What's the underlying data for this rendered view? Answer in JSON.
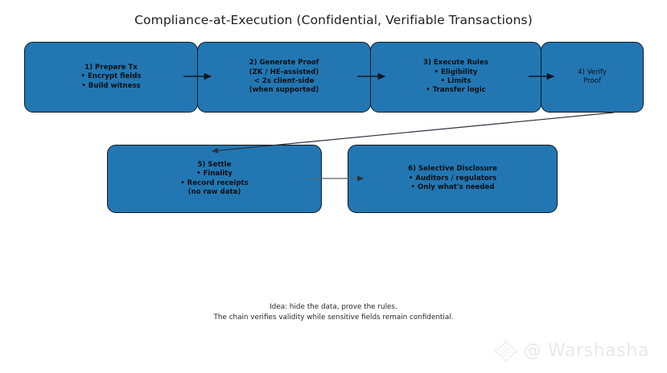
{
  "diagram": {
    "title": "Compliance-at-Execution (Confidential, Verifiable Transactions)",
    "type": "flowchart",
    "orientation": "left-to-right, two rows",
    "node_fill_color": "#2277b3",
    "node_border_color": "#0e1a24",
    "background_color": "#ffffff",
    "text_color": "#0c0f13",
    "nodes": [
      {
        "id": "1",
        "label": "1) Prepare Tx\n• Encrypt fields\n• Build witness",
        "heading": "1) Prepare Tx",
        "bullets": [
          "Encrypt fields",
          "Build witness"
        ],
        "row": 1,
        "column": 1
      },
      {
        "id": "2",
        "label": "2) Generate Proof\n(ZK / HE-assisted)\n< 2s client-side\n(when supported)",
        "heading": "2) Generate Proof",
        "bullets": [
          "(ZK / HE-assisted)",
          "< 2s client-side",
          "(when supported)"
        ],
        "row": 1,
        "column": 2
      },
      {
        "id": "3",
        "label": "3) Execute Rules\n• Eligibility\n• Limits\n• Transfer logic",
        "heading": "3) Execute Rules",
        "bullets": [
          "Eligibility",
          "Limits",
          "Transfer logic"
        ],
        "row": 1,
        "column": 3
      },
      {
        "id": "4",
        "label": "4) Verify\nProof",
        "heading": "4) Verify Proof",
        "bullets": [],
        "row": 1,
        "column": 4
      },
      {
        "id": "5",
        "label": "5) Settle\n• Finality\n• Record receipts\n(no raw data)",
        "heading": "5) Settle",
        "bullets": [
          "Finality",
          "Record receipts",
          "(no raw data)"
        ],
        "row": 2,
        "column": 1
      },
      {
        "id": "6",
        "label": "6) Selective Disclosure\n• Auditors / regulators\n• Only what's needed",
        "heading": "6) Selective Disclosure",
        "bullets": [
          "Auditors / regulators",
          "Only what's needed"
        ],
        "row": 2,
        "column": 2
      }
    ],
    "edges": [
      {
        "from": "1",
        "to": "2",
        "style": "short straight arrow"
      },
      {
        "from": "2",
        "to": "3",
        "style": "short straight arrow"
      },
      {
        "from": "3",
        "to": "4",
        "style": "short straight arrow"
      },
      {
        "from": "4",
        "to": "5",
        "style": "long diagonal arrow"
      },
      {
        "from": "5",
        "to": "6",
        "style": "horizontal arrow"
      }
    ],
    "footer_note": "Idea: hide the data, prove the rules.\nThe chain verifies validity while sensitive fields remain confidential."
  },
  "watermark": {
    "handle": "@ Warshasha",
    "logo_icon": "diamond-nodes-icon",
    "color": "#e9e9e9"
  }
}
